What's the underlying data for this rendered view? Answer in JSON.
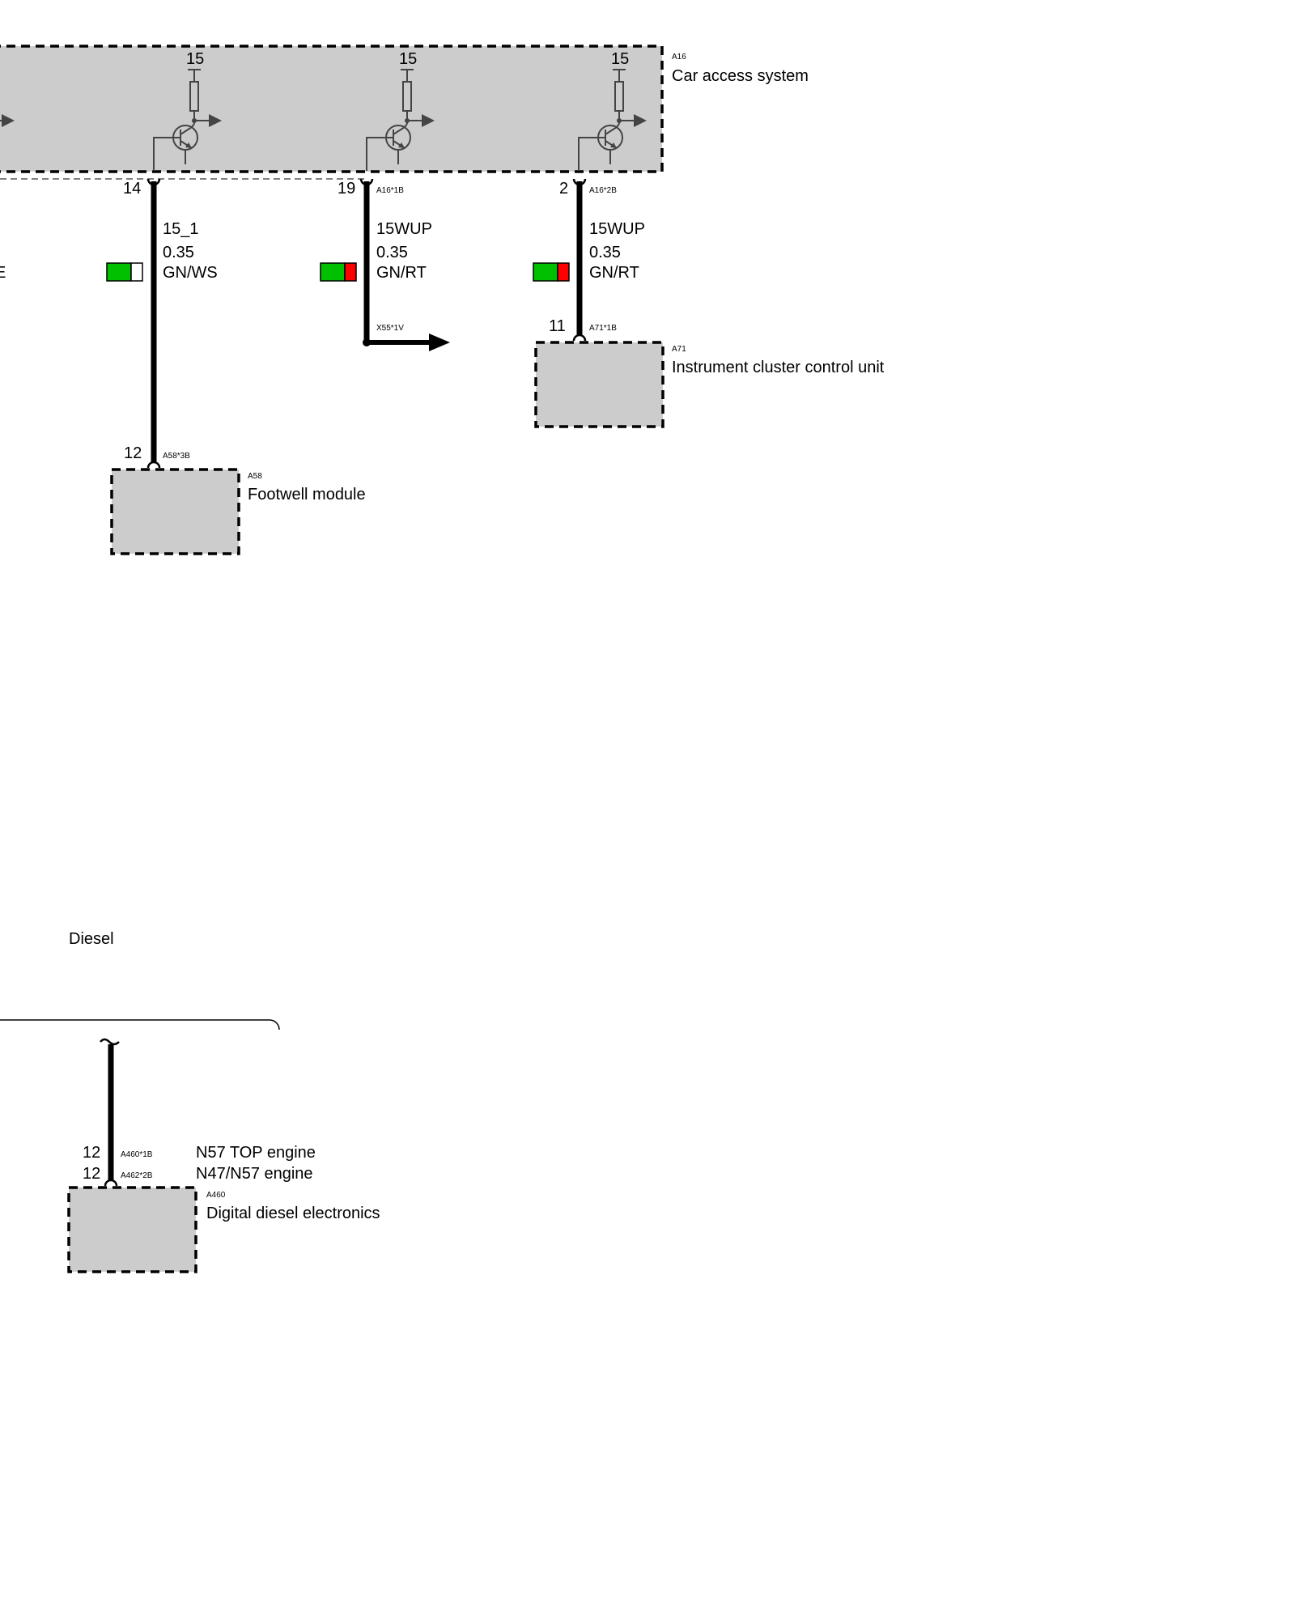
{
  "modules": {
    "a16": {
      "code": "A16",
      "name": "Car access system"
    },
    "a71": {
      "code": "A71",
      "name": "Instrument cluster control unit"
    },
    "a58": {
      "code": "A58",
      "name": "Footwell module"
    },
    "a460": {
      "code": "A460",
      "name": "Digital diesel electronics"
    }
  },
  "supply_label": "15",
  "wires": [
    {
      "pin": "14",
      "connector": "",
      "signal": "15_1",
      "gauge": "0.35",
      "color_code": "GN/WS",
      "stripe_colors": [
        "#00c000",
        "#ffffff"
      ],
      "end_pin": "12",
      "end_connector": "A58*3B"
    },
    {
      "pin": "19",
      "connector": "A16*1B",
      "signal": "15WUP",
      "gauge": "0.35",
      "color_code": "GN/RT",
      "stripe_colors": [
        "#00c000",
        "#ff0000"
      ],
      "end_connector": "X55*1V"
    },
    {
      "pin": "2",
      "connector": "A16*2B",
      "signal": "15WUP",
      "gauge": "0.35",
      "color_code": "GN/RT",
      "stripe_colors": [
        "#00c000",
        "#ff0000"
      ],
      "end_pin": "11",
      "end_connector": "A71*1B"
    }
  ],
  "left_edge_fragment": "E",
  "diesel": {
    "section_label": "Diesel",
    "pin_top": "12",
    "connector_top": "A460*1B",
    "variant_top": "N57 TOP engine",
    "pin_bottom": "12",
    "connector_bottom": "A462*2B",
    "variant_bottom": "N47/N57 engine"
  },
  "colors": {
    "module_fill": "#cccccc",
    "green": "#00c000",
    "red": "#ff0000",
    "symbol_gray": "#444444"
  }
}
